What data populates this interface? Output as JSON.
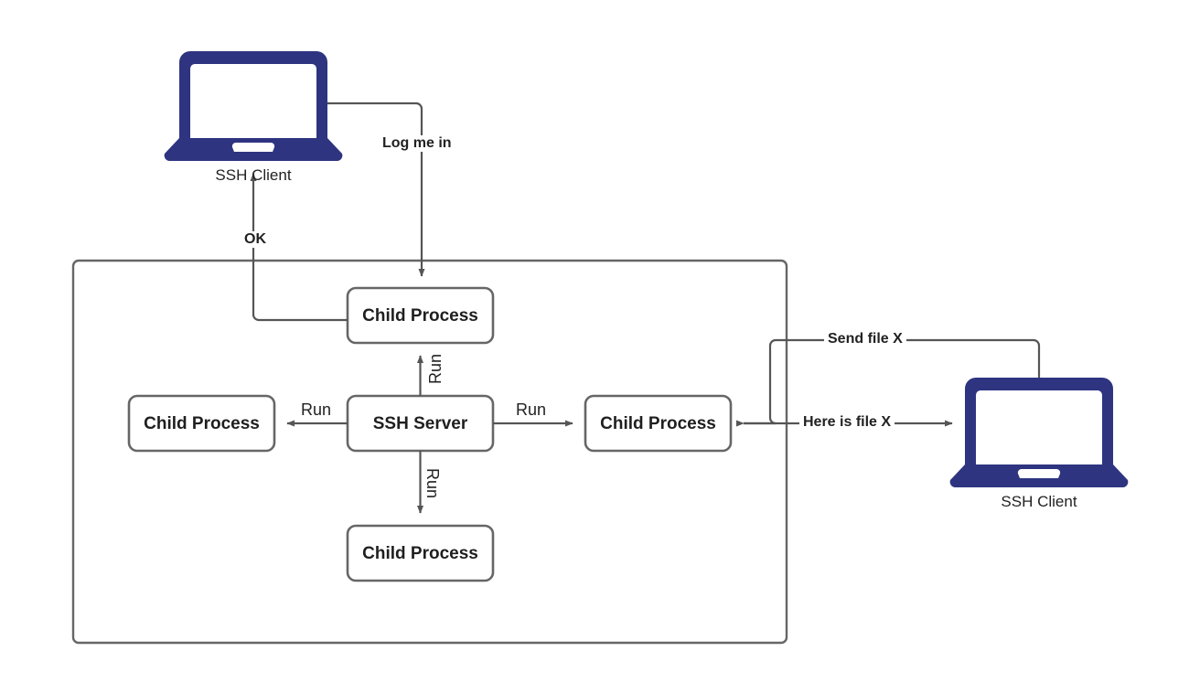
{
  "diagram": {
    "title": "SSH server and child processes",
    "colors": {
      "laptop": "#2E3480",
      "node_border": "#666666",
      "node_fill": "#FFFFFF",
      "edge": "#555555",
      "text": "#1F1F1F",
      "background": "#FFFFFF"
    },
    "container": {
      "name": "ssh-server-host-boundary"
    },
    "nodes": [
      {
        "id": "client_left",
        "label": "SSH Client",
        "kind": "laptop"
      },
      {
        "id": "client_right",
        "label": "SSH Client",
        "kind": "laptop"
      },
      {
        "id": "child_top",
        "label": "Child Process",
        "kind": "process"
      },
      {
        "id": "child_left",
        "label": "Child Process",
        "kind": "process"
      },
      {
        "id": "child_right",
        "label": "Child Process",
        "kind": "process"
      },
      {
        "id": "child_bottom",
        "label": "Child Process",
        "kind": "process"
      },
      {
        "id": "server",
        "label": "SSH Server",
        "kind": "process"
      }
    ],
    "edges": [
      {
        "id": "e_login",
        "label": "Log me in",
        "from": "client_left",
        "to": "child_top",
        "bold": true,
        "arrows": "to"
      },
      {
        "id": "e_ok",
        "label": "OK",
        "from": "child_top",
        "to": "client_left",
        "bold": true,
        "arrows": "to"
      },
      {
        "id": "e_run_up",
        "label": "Run",
        "from": "server",
        "to": "child_top",
        "bold": false,
        "arrows": "to"
      },
      {
        "id": "e_run_left",
        "label": "Run",
        "from": "server",
        "to": "child_left",
        "bold": false,
        "arrows": "to"
      },
      {
        "id": "e_run_right",
        "label": "Run",
        "from": "server",
        "to": "child_right",
        "bold": false,
        "arrows": "to"
      },
      {
        "id": "e_run_down",
        "label": "Run",
        "from": "server",
        "to": "child_bottom",
        "bold": false,
        "arrows": "to"
      },
      {
        "id": "e_send",
        "label": "Send file X",
        "from": "client_right",
        "to": "child_right",
        "bold": true,
        "arrows": "to"
      },
      {
        "id": "e_here",
        "label": "Here is file X",
        "from": "child_right",
        "to": "client_right",
        "bold": true,
        "arrows": "both"
      }
    ]
  }
}
